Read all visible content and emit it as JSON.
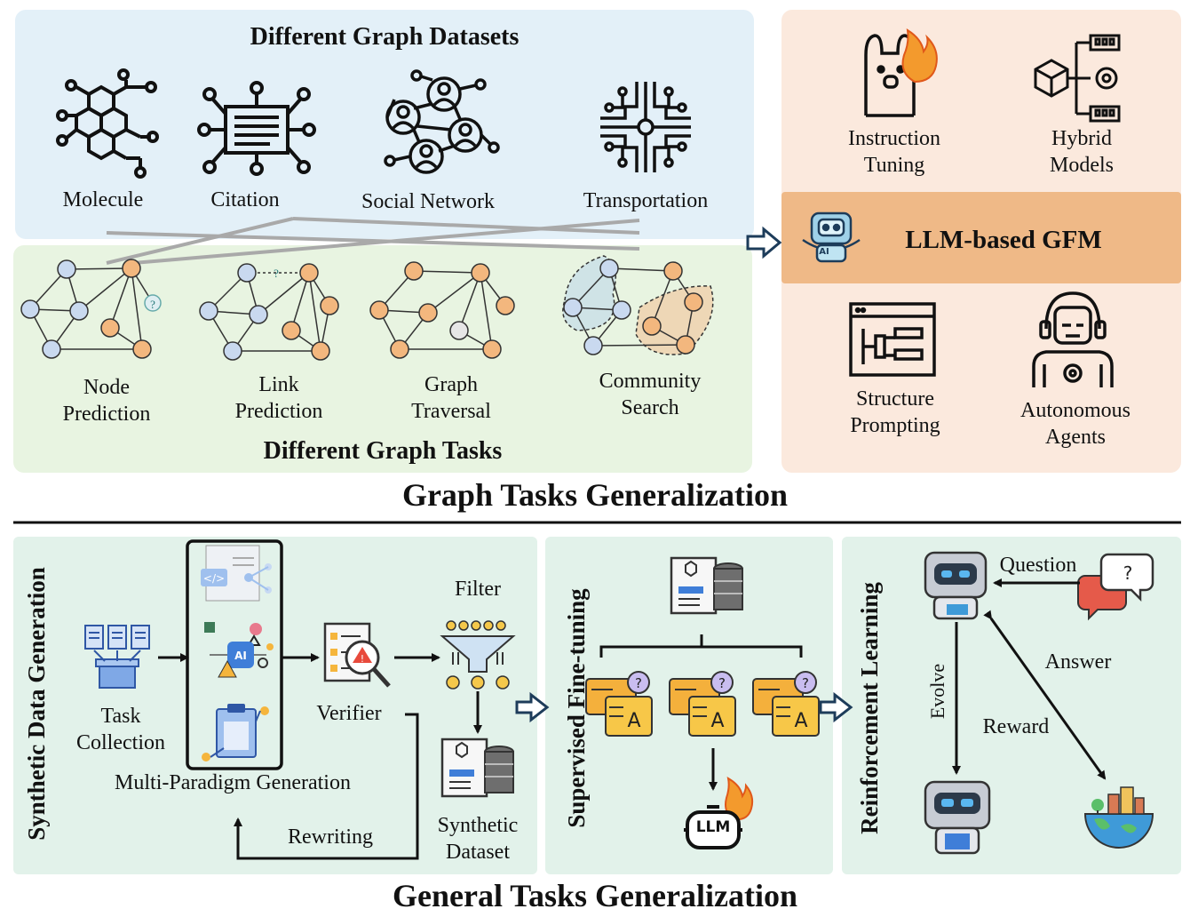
{
  "top": {
    "datasets_title": "Different Graph Datasets",
    "datasets": [
      "Molecule",
      "Citation",
      "Social Network",
      "Transportation"
    ],
    "tasks_title": "Different Graph Tasks",
    "tasks": [
      {
        "line1": "Node",
        "line2": "Prediction"
      },
      {
        "line1": "Link",
        "line2": "Prediction"
      },
      {
        "line1": "Graph",
        "line2": "Traversal"
      },
      {
        "line1": "Community",
        "line2": "Search"
      }
    ],
    "gfm": {
      "label": "LLM-based GFM",
      "instruction": {
        "line1": "Instruction",
        "line2": "Tuning"
      },
      "hybrid": {
        "line1": "Hybrid",
        "line2": "Models"
      },
      "structure": {
        "line1": "Structure",
        "line2": "Prompting"
      },
      "agents": {
        "line1": "Autonomous",
        "line2": "Agents"
      },
      "robot_badge": "AI"
    },
    "section_title": "Graph Tasks Generalization"
  },
  "bottom": {
    "synthetic": {
      "title": "Synthetic Data Generation",
      "task_collection": {
        "line1": "Task",
        "line2": "Collection"
      },
      "multi_paradigm": "Multi-Paradigm Generation",
      "verifier": "Verifier",
      "filter": "Filter",
      "rewriting": "Rewriting",
      "synthetic_dataset": {
        "line1": "Synthetic",
        "line2": "Dataset"
      },
      "ai_badge": "AI"
    },
    "sft": {
      "title": "Supervised Fine-tuning",
      "llm_badge": "LLM"
    },
    "rl": {
      "title": "Reinforcement Learning",
      "question": "Question",
      "answer": "Answer",
      "evolve": "Evolve",
      "reward": "Reward"
    },
    "section_title": "General Tasks Generalization"
  },
  "colors": {
    "datasets_bg": "#e3f0f8",
    "tasks_bg": "#e8f4e1",
    "gfm_bg": "#fbe9dd",
    "gfm_band": "#efb987",
    "bottom_bg": "#e2f2ea",
    "node_blue": "#c9d9ef",
    "node_orange": "#f3b77e",
    "node_grey": "#e6e6e6"
  }
}
